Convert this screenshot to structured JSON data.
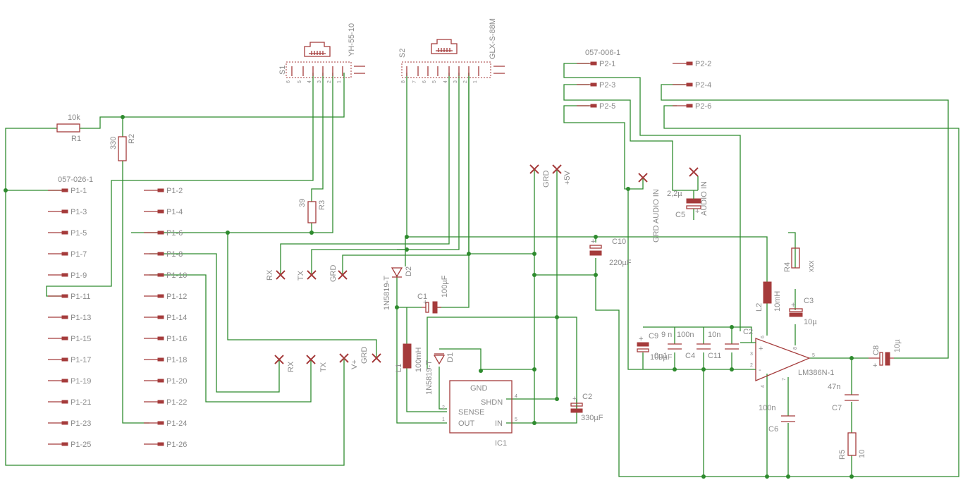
{
  "connectors": [
    {
      "ref": "S1",
      "type": "YH-55-10",
      "pins": [
        "6",
        "5",
        "4",
        "3",
        "2",
        "1"
      ]
    },
    {
      "ref": "S2",
      "type": "GLX-S-88M",
      "pins": [
        "8",
        "7",
        "6",
        "5",
        "4",
        "3",
        "2",
        "1"
      ]
    }
  ],
  "headers": {
    "p1": {
      "name": "057-026-1",
      "left": [
        "P1-1",
        "P1-3",
        "P1-5",
        "P1-7",
        "P1-9",
        "P1-11",
        "P1-13",
        "P1-15",
        "P1-17",
        "P1-19",
        "P1-21",
        "P1-23",
        "P1-25"
      ],
      "right": [
        "P1-2",
        "P1-4",
        "P1-6",
        "P1-8",
        "P1-10",
        "P1-12",
        "P1-14",
        "P1-16",
        "P1-18",
        "P1-20",
        "P1-22",
        "P1-24",
        "P1-26"
      ]
    },
    "p2": {
      "name": "057-006-1",
      "left": [
        "P2-1",
        "P2-3",
        "P2-5"
      ],
      "right": [
        "P2-2",
        "P2-4",
        "P2-6"
      ]
    }
  },
  "resistors": {
    "r1": {
      "ref": "R1",
      "value": "10k"
    },
    "r2": {
      "ref": "R2",
      "value": "330"
    },
    "r3": {
      "ref": "R3",
      "value": "39"
    },
    "r4": {
      "ref": "R4",
      "value": "xxx"
    },
    "r5": {
      "ref": "R5",
      "value": "10"
    }
  },
  "capacitors": {
    "c1": {
      "ref": "C1",
      "value": "100µF"
    },
    "c2": {
      "ref": "C2",
      "value": "330µF"
    },
    "c2b": {
      "ref": "C2"
    },
    "c3": {
      "ref": "C3",
      "value": "10µ"
    },
    "c4": {
      "ref": "C4",
      "value": "100n"
    },
    "c5": {
      "ref": "C5",
      "value": "2,2µ"
    },
    "c6": {
      "ref": "C6",
      "value": "100n"
    },
    "c7": {
      "ref": "C7",
      "value": "47n"
    },
    "c8": {
      "ref": "C8",
      "value": "10µ"
    },
    "c9": {
      "ref": "C9",
      "value": "100µF",
      "overlap": "0µ1"
    },
    "c10": {
      "ref": "C10",
      "value": "220µF"
    },
    "c11": {
      "ref": "C11",
      "value": "10n"
    },
    "c9n": {
      "value": "9 n"
    }
  },
  "inductors": {
    "l1": {
      "ref": "L1",
      "value": "100mH"
    },
    "l2": {
      "ref": "L2",
      "value": "10mH"
    }
  },
  "diodes": {
    "d1": {
      "ref": "D1",
      "type": "1N5819-T"
    },
    "d2": {
      "ref": "D2",
      "type": "1N5819-T"
    }
  },
  "ic1": {
    "ref": "IC1",
    "gnd": "GND",
    "shdn": "SHDN",
    "sense": "SENSE",
    "out": "OUT",
    "in": "IN",
    "pins": [
      "2",
      "1",
      "4",
      "5"
    ]
  },
  "amp": {
    "ref": "LM386N-1",
    "pins": [
      "3",
      "2",
      "6",
      "4",
      "7",
      "8",
      "5"
    ],
    "plus": "+",
    "minus": "-"
  },
  "net_labels": {
    "rx_top": "RX",
    "tx_top": "TX",
    "grd_top": "GRD",
    "grd_5v": "GRD",
    "plus5v": "+5V",
    "rx_mid": "RX",
    "tx_mid": "TX",
    "vplus": "V+",
    "grd_mid": "GRD",
    "grd_audio": "GRD AUDIO IN",
    "audio_in": "AUDIO IN"
  },
  "colors": {
    "wire": "#2e8b2e",
    "part": "#a53b3b",
    "text": "#8a8a8a",
    "background": "#ffffff"
  }
}
